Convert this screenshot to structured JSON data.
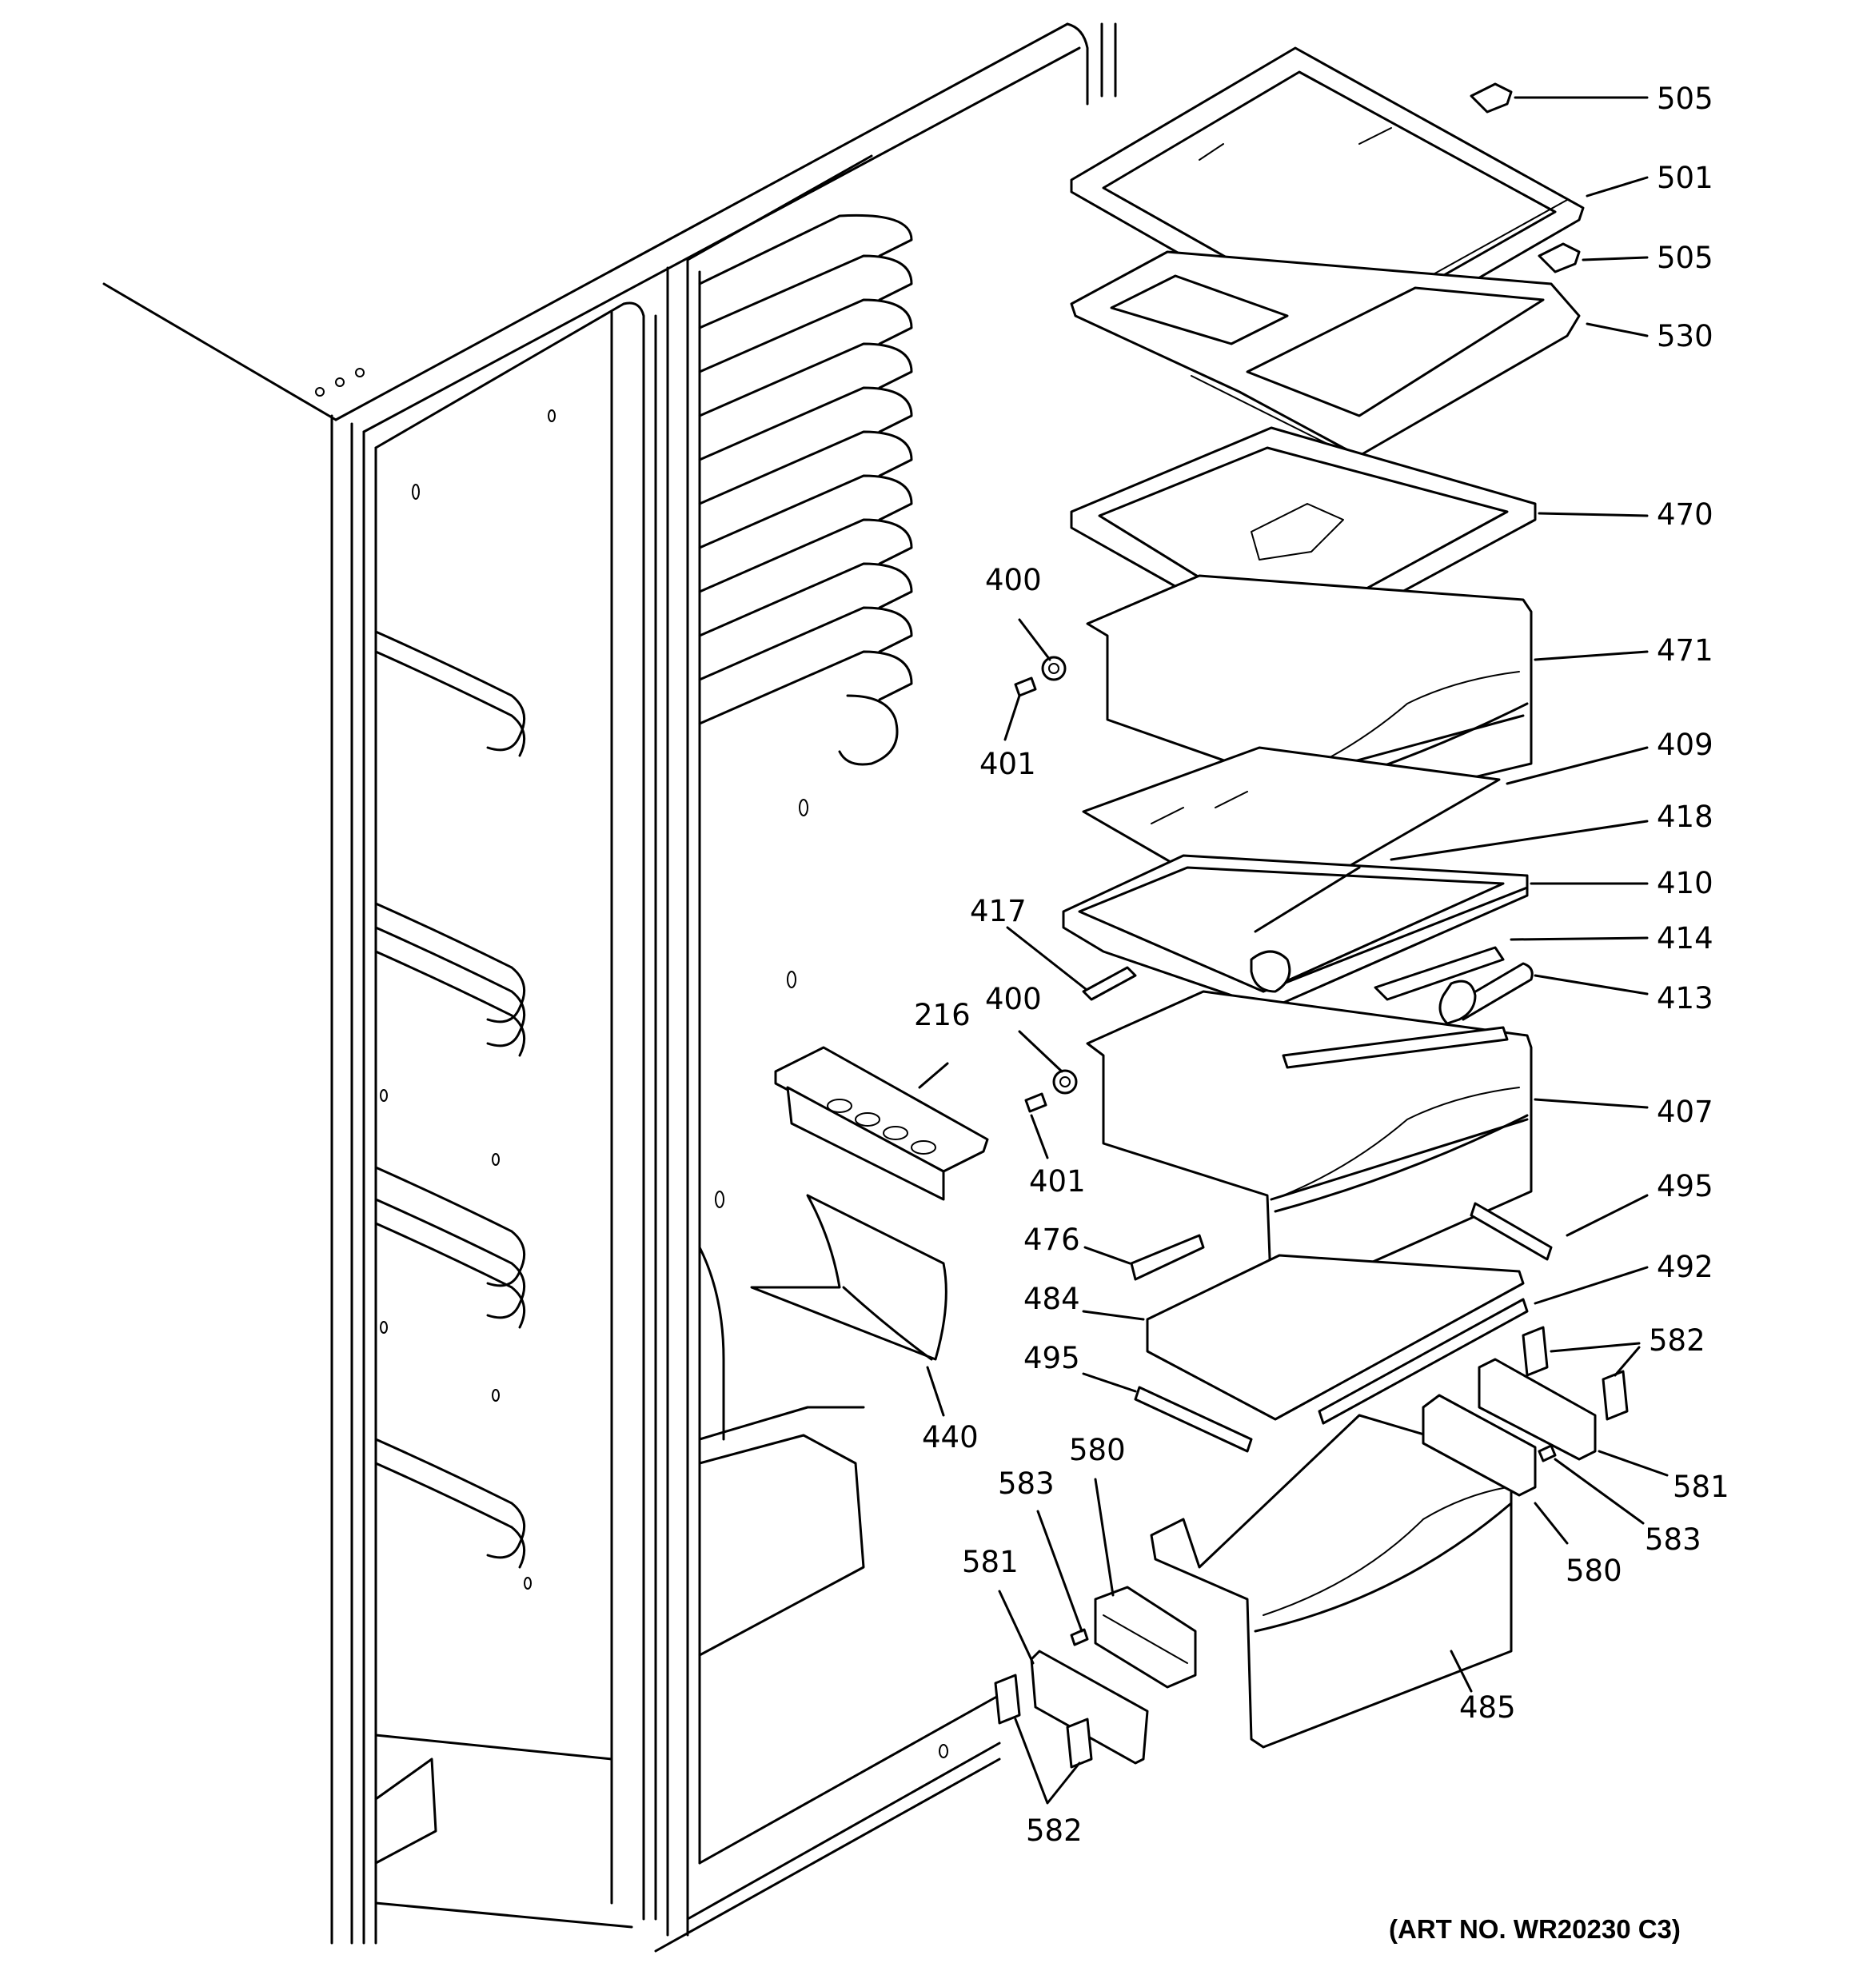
{
  "art_number": "(ART NO. WR20230 C3)",
  "callouts": [
    {
      "id": "505a",
      "text": "505"
    },
    {
      "id": "501",
      "text": "501"
    },
    {
      "id": "505b",
      "text": "505"
    },
    {
      "id": "530",
      "text": "530"
    },
    {
      "id": "470",
      "text": "470"
    },
    {
      "id": "471",
      "text": "471"
    },
    {
      "id": "409",
      "text": "409"
    },
    {
      "id": "418",
      "text": "418"
    },
    {
      "id": "410",
      "text": "410"
    },
    {
      "id": "414",
      "text": "414"
    },
    {
      "id": "413",
      "text": "413"
    },
    {
      "id": "407",
      "text": "407"
    },
    {
      "id": "495a",
      "text": "495"
    },
    {
      "id": "492",
      "text": "492"
    },
    {
      "id": "582a",
      "text": "582"
    },
    {
      "id": "581a",
      "text": "581"
    },
    {
      "id": "583a",
      "text": "583"
    },
    {
      "id": "580a",
      "text": "580"
    },
    {
      "id": "485",
      "text": "485"
    },
    {
      "id": "400a",
      "text": "400"
    },
    {
      "id": "401a",
      "text": "401"
    },
    {
      "id": "417",
      "text": "417"
    },
    {
      "id": "400b",
      "text": "400"
    },
    {
      "id": "216",
      "text": "216"
    },
    {
      "id": "401b",
      "text": "401"
    },
    {
      "id": "476",
      "text": "476"
    },
    {
      "id": "484",
      "text": "484"
    },
    {
      "id": "495b",
      "text": "495"
    },
    {
      "id": "440",
      "text": "440"
    },
    {
      "id": "580b",
      "text": "580"
    },
    {
      "id": "583b",
      "text": "583"
    },
    {
      "id": "581b",
      "text": "581"
    },
    {
      "id": "582b",
      "text": "582"
    }
  ]
}
